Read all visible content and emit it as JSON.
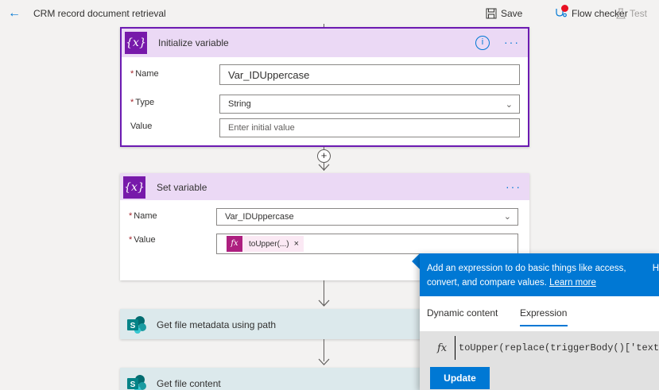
{
  "topbar": {
    "title": "CRM record document retrieval",
    "save_label": "Save",
    "flow_checker_label": "Flow checker",
    "test_label": "Test"
  },
  "init_variable": {
    "title": "Initialize variable",
    "info_icon": "i",
    "more": "···",
    "name_label": "Name",
    "name_value": "Var_IDUppercase",
    "type_label": "Type",
    "type_value": "String",
    "value_label": "Value",
    "value_placeholder": "Enter initial value"
  },
  "set_variable": {
    "title": "Set variable",
    "more": "···",
    "name_label": "Name",
    "name_value": "Var_IDUppercase",
    "value_label": "Value",
    "token_label": "toUpper(...)",
    "token_remove": "×"
  },
  "actions": [
    {
      "title": "Get file metadata using path",
      "icon": "sharepoint-icon"
    },
    {
      "title": "Get file content",
      "icon": "sharepoint-icon"
    }
  ],
  "expression_popup": {
    "intro": "Add an expression to do basic things like access,",
    "intro_cont": "convert, and compare values.",
    "learn_more": "Learn more",
    "intro_trunc": "H",
    "tab_dynamic": "Dynamic content",
    "tab_expression": "Expression",
    "expression_value": "toUpper(replace(triggerBody()['text'],",
    "update_label": "Update"
  },
  "colors": {
    "accent": "#0078d4",
    "variable_purple": "#7719aa",
    "variable_header": "#ebd9f5",
    "sharepoint_header": "#dce9ec",
    "notification_red": "#e81123"
  }
}
